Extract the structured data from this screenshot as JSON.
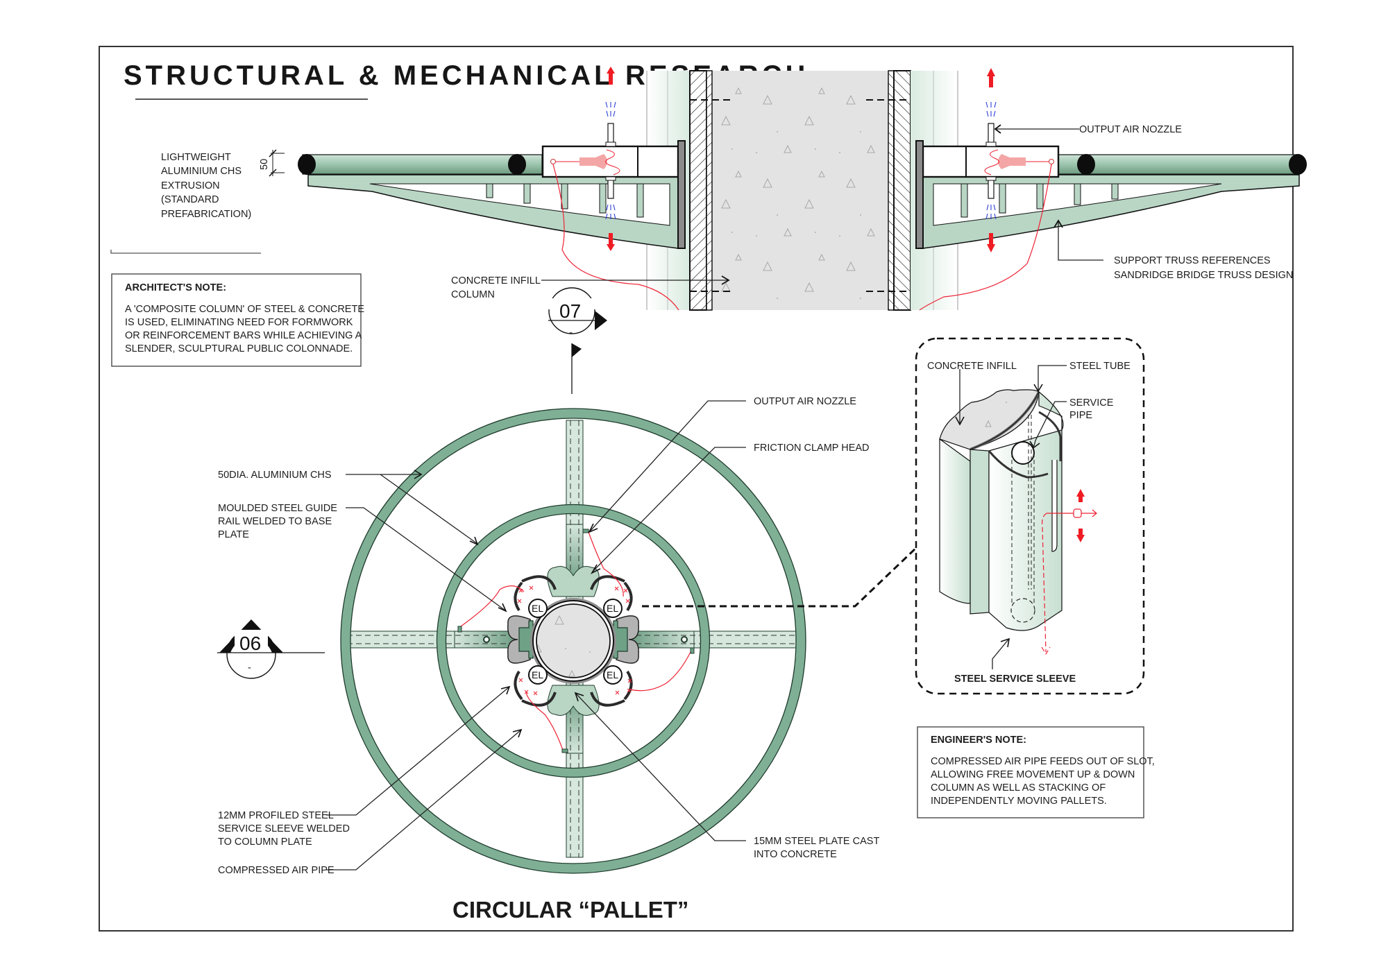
{
  "sheet": {
    "title": "STRUCTURAL & MECHANICAL RESEARCH:",
    "subtitle": "CIRCULAR “PALLET”"
  },
  "section_elevation": {
    "dimension": "50",
    "labels": {
      "chs_extrusion": [
        "LIGHTWEIGHT",
        "ALUMINIUM CHS",
        "EXTRUSION",
        "(STANDARD",
        "PREFABRICATION)"
      ],
      "output_air_nozzle": "OUTPUT AIR NOZZLE",
      "support_truss": [
        "SUPPORT TRUSS REFERENCES",
        "SANDRIDGE BRIDGE TRUSS DESIGN"
      ],
      "concrete_infill_column": [
        "CONCRETE INFILL",
        "COLUMN"
      ]
    }
  },
  "architects_note": {
    "heading": "ARCHITECT'S NOTE:",
    "lines": [
      "A 'COMPOSITE COLUMN' OF STEEL & CONCRETE",
      "IS USED, ELIMINATING NEED FOR FORMWORK",
      "OR REINFORCEMENT BARS WHILE ACHIEVING A",
      "SLENDER, SCULPTURAL PUBLIC COLONNADE."
    ]
  },
  "section_tags": {
    "tag_07": {
      "number": "07",
      "sheet": "-"
    },
    "tag_06": {
      "number": "06",
      "sheet": "-"
    }
  },
  "plan": {
    "labels": {
      "output_air_nozzle": "OUTPUT AIR NOZZLE",
      "friction_clamp_head": "FRICTION CLAMP HEAD",
      "chs_50dia": "50DIA. ALUMINIUM CHS",
      "guide_rail": [
        "MOULDED STEEL GUIDE",
        "RAIL WELDED TO BASE",
        "PLATE"
      ],
      "service_sleeve": [
        "12MM PROFILED STEEL",
        "SERVICE SLEEVE WELDED",
        "TO COLUMN PLATE"
      ],
      "compressed_air_pipe": "COMPRESSED AIR PIPE",
      "steel_plate": [
        "15MM STEEL PLATE CAST",
        "INTO CONCRETE"
      ]
    },
    "el_markers": [
      "EL",
      "EL",
      "EL",
      "EL"
    ]
  },
  "detail": {
    "labels": {
      "concrete_infill": "CONCRETE INFILL",
      "steel_tube": "STEEL TUBE",
      "service_pipe": [
        "SERVICE",
        "PIPE"
      ],
      "steel_service_sleeve": "STEEL SERVICE SLEEVE"
    }
  },
  "engineers_note": {
    "heading": "ENGINEER'S NOTE:",
    "lines": [
      "COMPRESSED AIR PIPE FEEDS OUT OF SLOT,",
      "ALLOWING FREE MOVEMENT UP & DOWN",
      "COLUMN AS WELL AS STACKING OF",
      "INDEPENDENTLY MOVING PALLETS."
    ]
  },
  "colors": {
    "aluminium_green": "#7fb096",
    "light_green": "#d6e8dd",
    "concrete": "#e4e4e4",
    "air_arrow_red": "#ef1c24",
    "air_jet_blue": "#2b3fd6",
    "frame": "#333333"
  }
}
